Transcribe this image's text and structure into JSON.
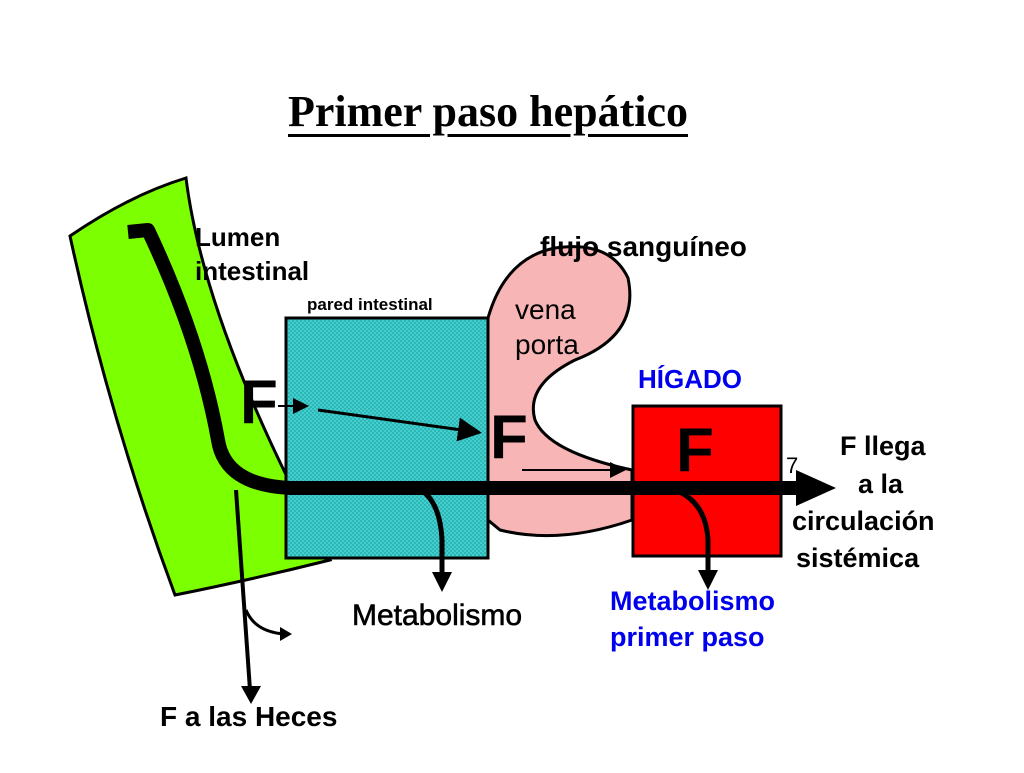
{
  "title": "Primer paso hepático",
  "labels": {
    "lumen_line1": "Lumen",
    "lumen_line2": "intestinal",
    "pared": "pared intestinal",
    "flujo": "flujo sanguíneo",
    "vena_line1": "vena",
    "vena_line2": "porta",
    "higado": "HÍGADO",
    "drug_lumen": "F",
    "drug_vena": "F",
    "drug_higado": "F",
    "llega_line1": "F llega",
    "llega_line2": "a la",
    "llega_line3": "circulación",
    "llega_line4": "sistémica",
    "metabolismo": "Metabolismo",
    "metab_pp_line1": "Metabolismo",
    "metab_pp_line2": "primer paso",
    "heces": "F a las Heces",
    "seven": "7"
  },
  "colors": {
    "lumen": "#7cff00",
    "pared": "#40d0d0",
    "vena": "#f7b5b5",
    "higado": "#ff0000",
    "accent_blue": "#0000ee",
    "arrow": "#000000"
  }
}
